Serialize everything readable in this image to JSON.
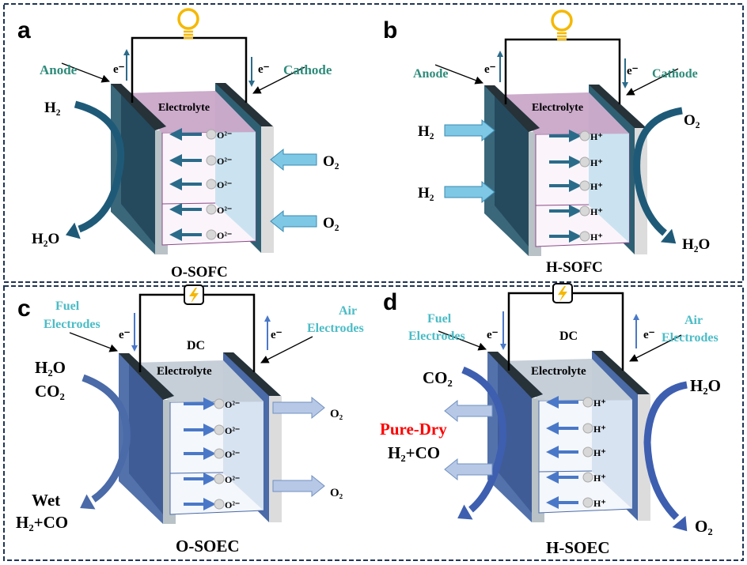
{
  "colors": {
    "frame": "#1f3556",
    "sofc_plate": "#2f5f73",
    "sofc_plate_dark": "#23475a",
    "sofc_top": "#c9a6c8",
    "sofc_front": "#fbf5fb",
    "sofc_side": "#c5e1f0",
    "sofc_arrow": "#2b6b8a",
    "sofc_gas": "#7ec8e6",
    "soec_plate": "#4a6aa8",
    "soec_plate_dark": "#3e5a93",
    "soec_top": "#c3ccd6",
    "soec_front": "#f4f7fb",
    "soec_side": "#d5e0f0",
    "soec_arrow": "#4a78c8",
    "soec_gas": "#b7c8e6",
    "anode_label": "#2e8b7a",
    "electrode_label": "#4bbcc6",
    "highlight": "#ff0000",
    "bulb": "#f5b800"
  },
  "panels": [
    {
      "letter": "a",
      "title": "O-SOFC",
      "electrolyte": "Electrolyte",
      "left_electrode": "Anode",
      "right_electrode": "Cathode",
      "electron": "e⁻",
      "power_icon": "lightbulb-icon",
      "ion": "O²⁻",
      "ion_direction": "left",
      "gases": [
        "H₂",
        "H₂O",
        "O₂",
        "O₂"
      ]
    },
    {
      "letter": "b",
      "title": "H-SOFC",
      "electrolyte": "Electrolyte",
      "left_electrode": "Anode",
      "right_electrode": "Cathode",
      "electron": "e⁻",
      "power_icon": "lightbulb-icon",
      "ion": "H⁺",
      "ion_direction": "right",
      "gases": [
        "H₂",
        "H₂",
        "O₂",
        "H₂O"
      ]
    },
    {
      "letter": "c",
      "title": "O-SOEC",
      "electrolyte": "Electrolyte",
      "left_electrode": [
        "Fuel",
        "Electrodes"
      ],
      "right_electrode": [
        "Air",
        "Electrodes"
      ],
      "electron": "e⁻",
      "power_icon": "lightning-icon",
      "power_label": "DC",
      "ion": "O²⁻",
      "ion_direction": "right",
      "gases": [
        "H₂O",
        "CO₂",
        "Wet",
        "H₂+CO",
        "O₂",
        "O₂"
      ]
    },
    {
      "letter": "d",
      "title": "H-SOEC",
      "electrolyte": "Electrolyte",
      "left_electrode": [
        "Fuel",
        "Electrodes"
      ],
      "right_electrode": [
        "Air",
        "Electrodes"
      ],
      "electron": "e⁻",
      "power_icon": "lightning-icon",
      "power_label": "DC",
      "ion": "H⁺",
      "ion_direction": "left",
      "gases": [
        "CO₂",
        "Pure-Dry",
        "H₂+CO",
        "H₂O",
        "O₂"
      ]
    }
  ]
}
